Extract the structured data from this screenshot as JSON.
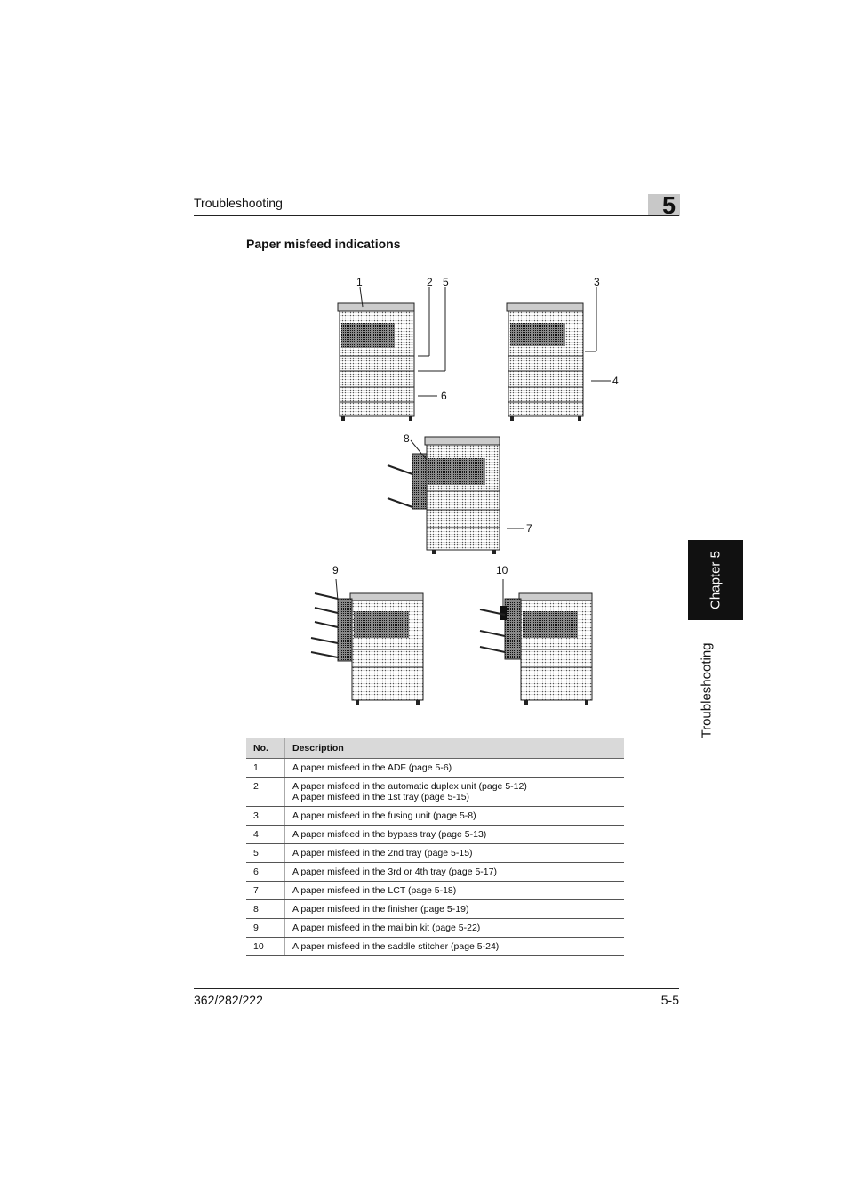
{
  "header": {
    "title": "Troubleshooting",
    "chapter_number": "5"
  },
  "section": {
    "title": "Paper misfeed indications"
  },
  "side_tab": {
    "chapter_label": "Chapter 5",
    "section_label": "Troubleshooting"
  },
  "figure": {
    "callouts": [
      "1",
      "2",
      "5",
      "3",
      "4",
      "6",
      "8",
      "7",
      "9",
      "10"
    ]
  },
  "table": {
    "headers": [
      "No.",
      "Description"
    ],
    "rows": [
      {
        "no": "1",
        "desc": [
          "A paper misfeed in the ADF (page 5-6)"
        ]
      },
      {
        "no": "2",
        "desc": [
          "A paper misfeed in the automatic duplex unit (page 5-12)",
          "A paper misfeed in the 1st tray (page 5-15)"
        ]
      },
      {
        "no": "3",
        "desc": [
          "A paper misfeed in the fusing unit (page 5-8)"
        ]
      },
      {
        "no": "4",
        "desc": [
          "A paper misfeed in the bypass tray (page 5-13)"
        ]
      },
      {
        "no": "5",
        "desc": [
          "A paper misfeed in the 2nd tray (page 5-15)"
        ]
      },
      {
        "no": "6",
        "desc": [
          "A paper misfeed in the 3rd or 4th tray (page 5-17)"
        ]
      },
      {
        "no": "7",
        "desc": [
          "A paper misfeed in the LCT (page 5-18)"
        ]
      },
      {
        "no": "8",
        "desc": [
          "A paper misfeed in the finisher (page 5-19)"
        ]
      },
      {
        "no": "9",
        "desc": [
          "A paper misfeed in the mailbin kit (page 5-22)"
        ]
      },
      {
        "no": "10",
        "desc": [
          "A paper misfeed in the saddle stitcher (page 5-24)"
        ]
      }
    ]
  },
  "footer": {
    "model": "362/282/222",
    "page": "5-5"
  }
}
